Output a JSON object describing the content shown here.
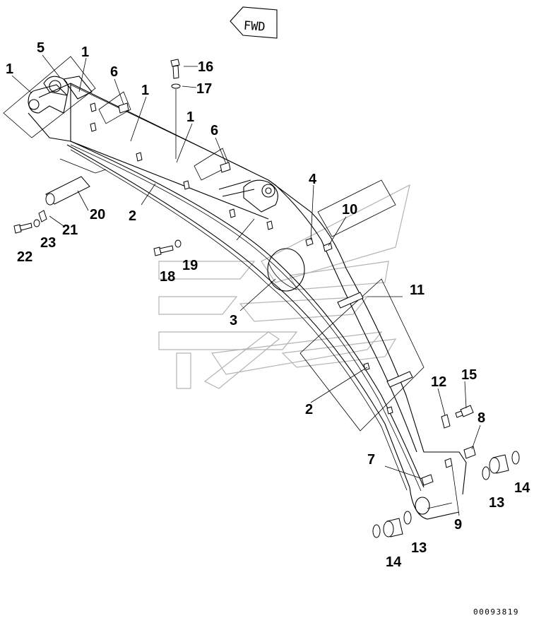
{
  "diagram": {
    "orientation_label": "FWD",
    "drawing_code": "00093819",
    "callouts": [
      "1",
      "1",
      "1",
      "1",
      "2",
      "2",
      "3",
      "4",
      "5",
      "6",
      "6",
      "7",
      "8",
      "9",
      "10",
      "11",
      "12",
      "13",
      "13",
      "14",
      "14",
      "15",
      "16",
      "17",
      "18",
      "19",
      "20",
      "21",
      "22",
      "23"
    ]
  }
}
